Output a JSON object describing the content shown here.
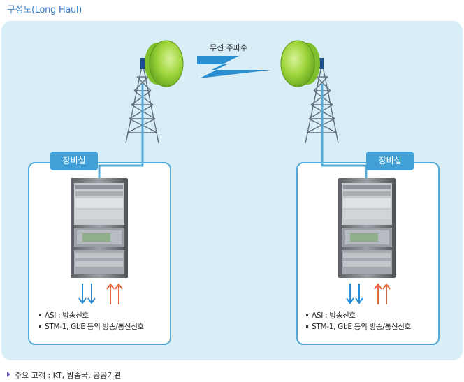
{
  "title": "구성도(Long Haul)",
  "diagram": {
    "wireless_label": "무선 주파수",
    "rooms": [
      {
        "tag": "장비실",
        "bullets": [
          "ASI : 방송신호",
          "STM-1, GbE 등의 방송/통신신호"
        ]
      },
      {
        "tag": "장비실",
        "bullets": [
          "ASI : 방송신호",
          "STM-1, GbE 등의 방송/통신신호"
        ]
      }
    ]
  },
  "footer": "주요 고객 : KT, 방송국, 공공기관",
  "colors": {
    "title": "#3a7fc4",
    "panel": "#d9edf7",
    "tag": "#42a0d6",
    "cable": "#56a9d5",
    "dish": "#8fcf3a",
    "arrow_down": "#2e8fd6",
    "arrow_up": "#e2663a",
    "bolt": "#2a8fd0"
  }
}
